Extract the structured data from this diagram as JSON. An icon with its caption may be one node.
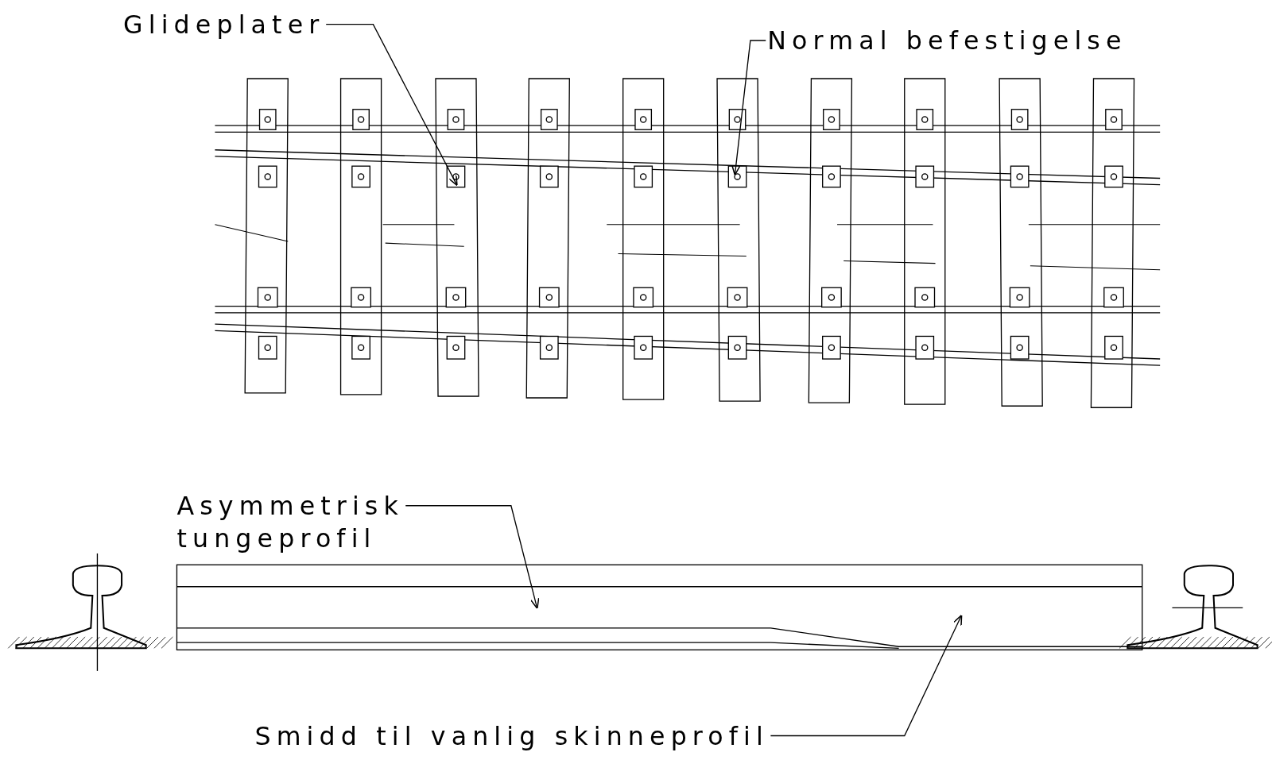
{
  "diagram": {
    "nodes": [
      {
        "text": [
          "Glideplater"
        ]
      },
      {
        "text": [
          "Normal befestigelse"
        ]
      },
      {
        "text": [
          "Asymmetrisk tungeprofil"
        ]
      },
      {
        "text": [
          "Smidd til vanlig skinneprofil"
        ]
      },
      {
        "text": [],
        "shape": "picture"
      }
    ],
    "edges": [
      {
        "from": 0,
        "to": null,
        "arrow": "to"
      },
      {
        "from": 1,
        "to": null,
        "arrow": "to"
      },
      {
        "from": 2,
        "to": 4,
        "arrow": "to"
      },
      {
        "from": 3,
        "to": 4,
        "arrow": "to"
      }
    ]
  }
}
